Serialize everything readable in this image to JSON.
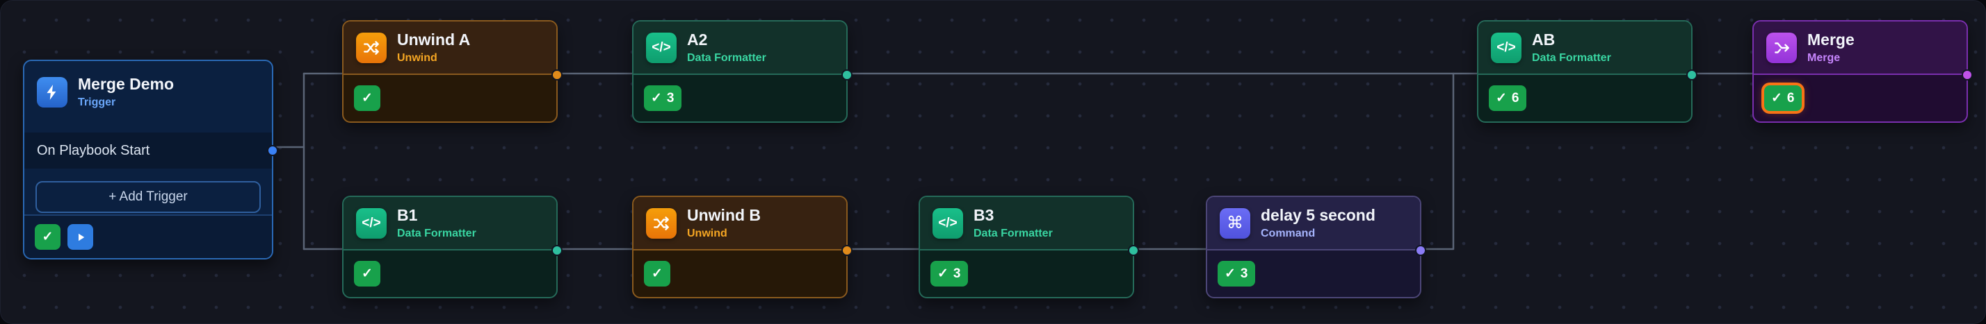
{
  "colors": {
    "canvas_bg": "#14161f",
    "grid_dot": "#262b3d",
    "edge": "#5a6476",
    "badge_green": "#18a14b",
    "selection_ring": "#f97316",
    "trigger_accent": "#3b82f6",
    "unwind_accent": "#f59e0b",
    "formatter_accent": "#2fbf9f",
    "command_accent": "#8b7cf6",
    "merge_accent": "#c052e8"
  },
  "icons": {
    "check": "✓",
    "code": "</>",
    "command": "⌘"
  },
  "trigger": {
    "title": "Merge Demo",
    "subtitle": "Trigger",
    "event_label": "On Playbook Start",
    "add_button_label": "+  Add Trigger"
  },
  "nodes": [
    {
      "title": "Unwind A",
      "subtitle": "Unwind",
      "count": ""
    },
    {
      "title": "A2",
      "subtitle": "Data Formatter",
      "count": "3"
    },
    {
      "title": "AB",
      "subtitle": "Data Formatter",
      "count": "6"
    },
    {
      "title": "Merge",
      "subtitle": "Merge",
      "count": "6",
      "selected": true
    },
    {
      "title": "B1",
      "subtitle": "Data Formatter",
      "count": ""
    },
    {
      "title": "Unwind B",
      "subtitle": "Unwind",
      "count": ""
    },
    {
      "title": "B3",
      "subtitle": "Data Formatter",
      "count": "3"
    },
    {
      "title": "delay 5 second",
      "subtitle": "Command",
      "count": "3"
    }
  ]
}
